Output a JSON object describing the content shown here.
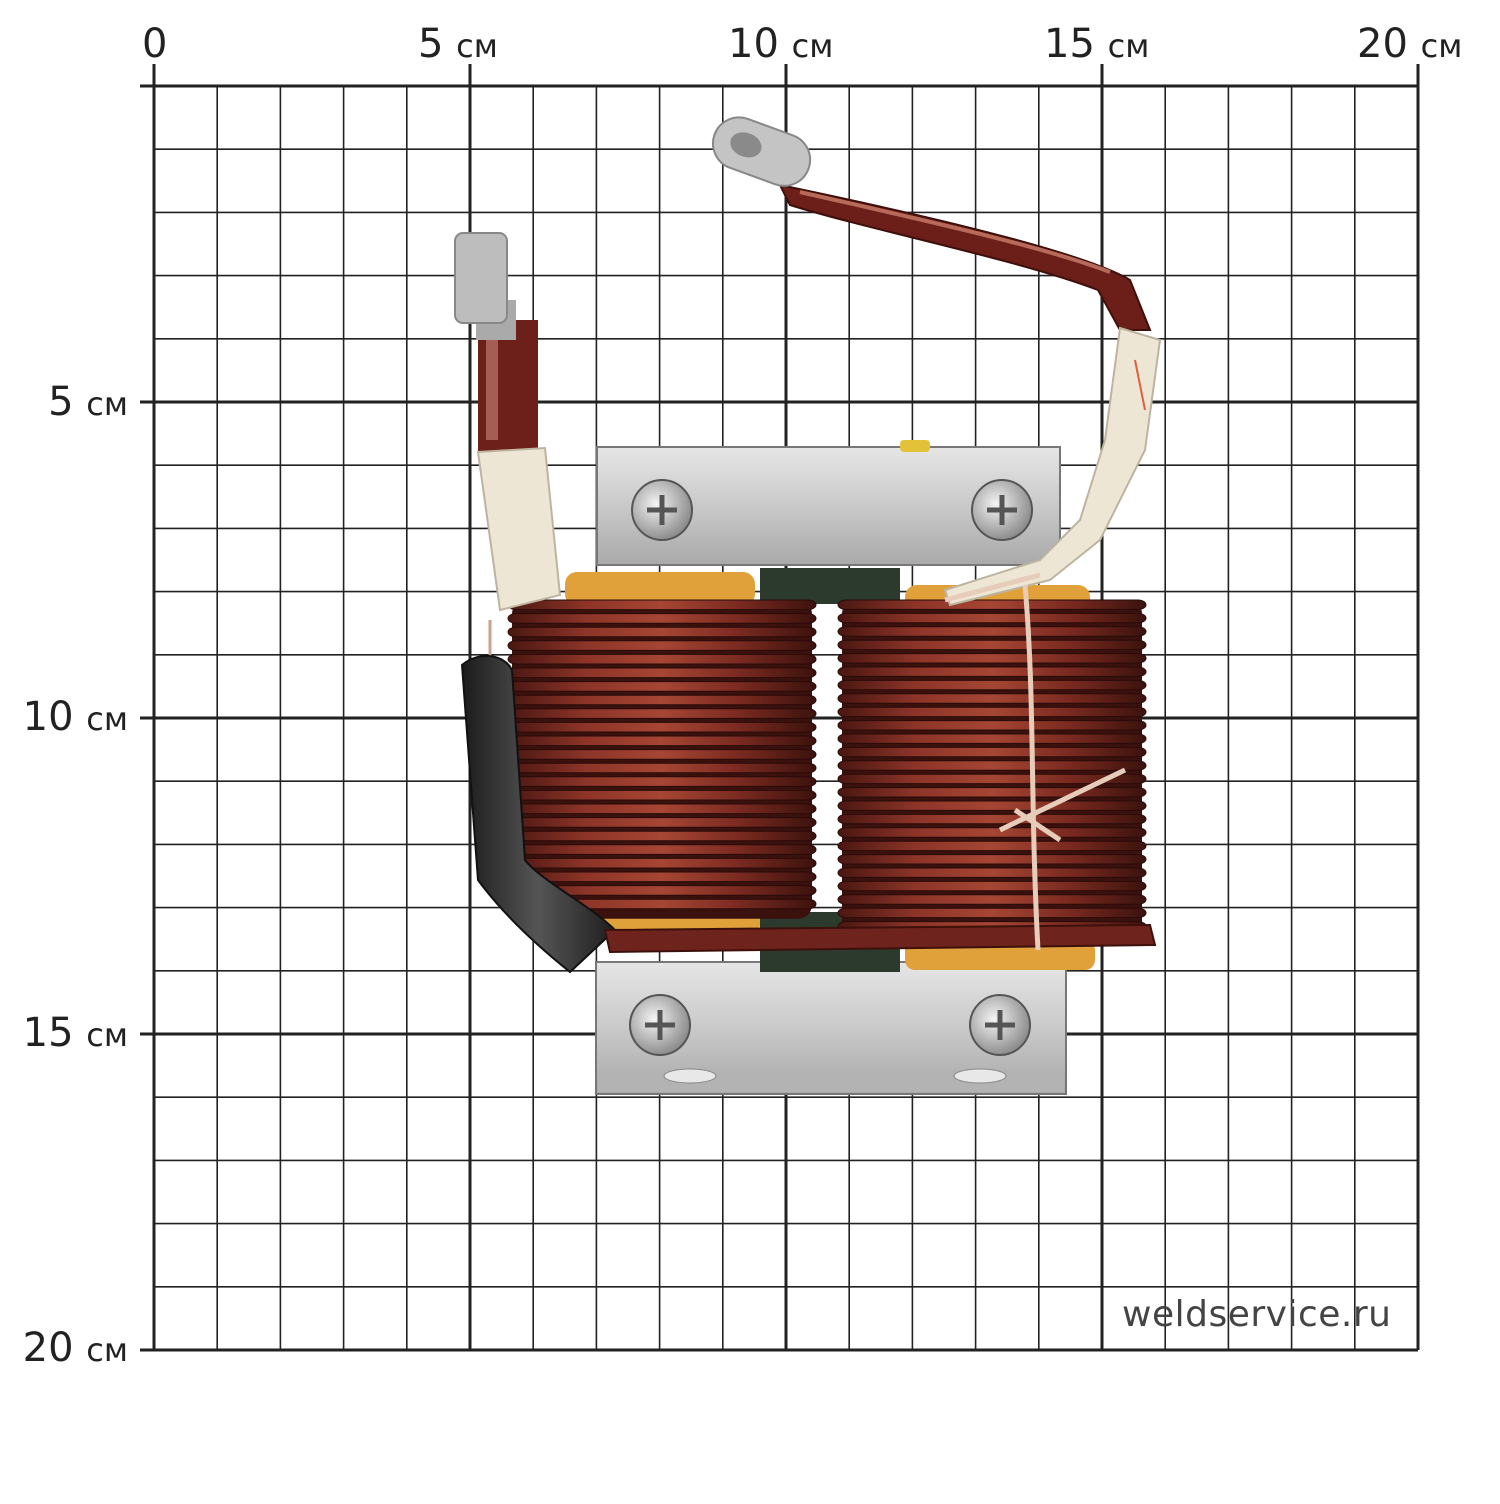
{
  "ruler": {
    "x_ticks": [
      {
        "value": "0",
        "unit": ""
      },
      {
        "value": "5",
        "unit": "см"
      },
      {
        "value": "10",
        "unit": "см"
      },
      {
        "value": "15",
        "unit": "см"
      },
      {
        "value": "20",
        "unit": "см"
      }
    ],
    "y_ticks": [
      {
        "value": "5",
        "unit": "см"
      },
      {
        "value": "10",
        "unit": "см"
      },
      {
        "value": "15",
        "unit": "см"
      },
      {
        "value": "20",
        "unit": "см"
      }
    ]
  },
  "watermark": "weldservice.ru",
  "colors": {
    "grid": "#222222",
    "copper": "#7a2a22",
    "steel": "#c8c8c8",
    "sleeve": "#e9e3d2",
    "tube": "#2b2b2b",
    "kapton": "#e2a23a"
  }
}
